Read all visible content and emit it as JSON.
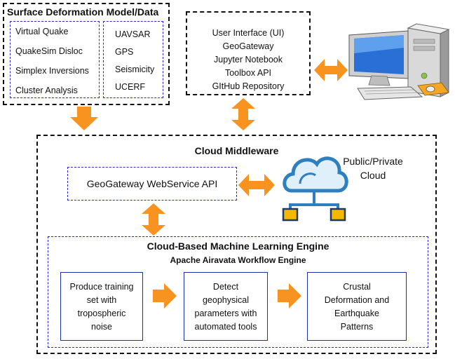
{
  "surface": {
    "title": "Surface Deformation Model/Data",
    "models": [
      "Virtual Quake",
      "QuakeSim Disloc",
      "Simplex Inversions",
      "Cluster Analysis"
    ],
    "data": [
      "UAVSAR",
      "GPS",
      "Seismicity",
      "UCERF"
    ]
  },
  "ui": {
    "lines": [
      "User Interface (UI)",
      "GeoGateway",
      "Jupyter Notebook",
      "Toolbox API",
      "GItHub Repository"
    ]
  },
  "middleware": {
    "title": "Cloud Middleware",
    "api_label": "GeoGateway WebService API",
    "cloud_label_1": "Public/Private",
    "cloud_label_2": "Cloud"
  },
  "ml": {
    "title": "Cloud-Based Machine Learning Engine",
    "subtitle": "Apache Airavata Workflow Engine",
    "step1": [
      "Produce training",
      "set with",
      "tropospheric",
      "noise"
    ],
    "step2": [
      "Detect",
      "geophysical",
      "parameters with",
      "automated tools"
    ],
    "step3": [
      "Crustal",
      "Deformation and",
      "Earthquake",
      "Patterns"
    ]
  },
  "colors": {
    "arrow": "#f7931e",
    "blue": "#2a2ad0",
    "cloud": "#2d7fbf",
    "cloud_fill": "#dff0fb",
    "node": "#f5b800"
  }
}
